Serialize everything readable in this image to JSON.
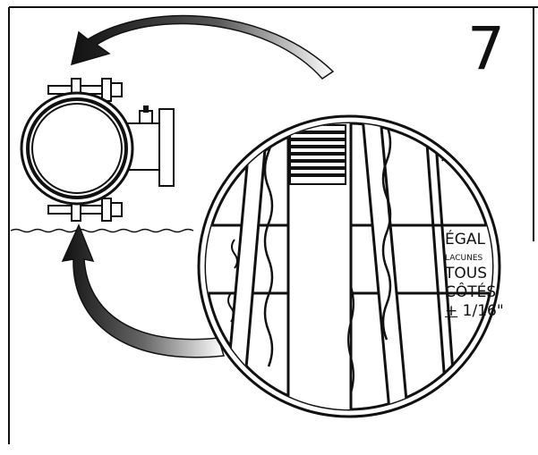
{
  "step": {
    "number": "7"
  },
  "callout": {
    "line1": "ÉGAL",
    "line2": "LACUNES",
    "line3": "TOUS",
    "line4": "CÔTÉS",
    "tolerance_symbol": "+",
    "tolerance_value": "1/16\""
  },
  "colors": {
    "ink": "#111111",
    "paper": "#ffffff",
    "shade": "#8a8a8a"
  }
}
